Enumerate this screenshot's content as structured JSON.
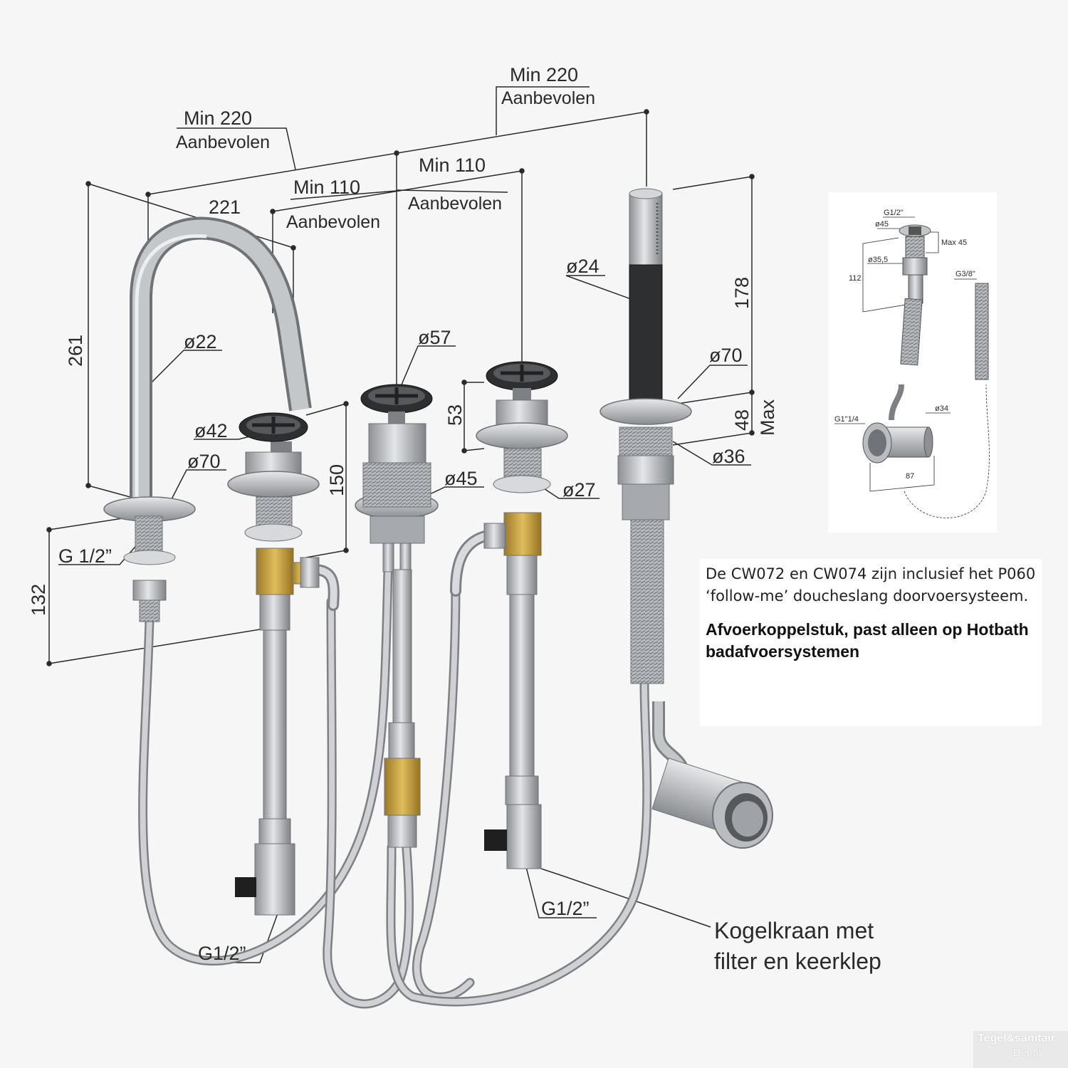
{
  "diagram": {
    "dimensions": {
      "min220_left": "Min 220",
      "aanbevolen_left": "Aanbevolen",
      "min220_right": "Min 220",
      "aanbevolen_right": "Aanbevolen",
      "min110_left": "Min 110",
      "aanbevolen_mid_left": "Aanbevolen",
      "min110_right": "Min 110",
      "aanbevolen_mid_right": "Aanbevolen",
      "d221": "221",
      "d261": "261",
      "d22": "ø22",
      "d42": "ø42",
      "d70_left": "ø70",
      "g12_spout": "G 1/2”",
      "d132": "132",
      "d150": "150",
      "d57": "ø57",
      "d45": "ø45",
      "d53": "53",
      "d27": "ø27",
      "d24": "ø24",
      "d178": "178",
      "d70_right": "ø70",
      "d48": "48",
      "max": "Max",
      "d36": "ø36",
      "g12_valve_left": "G1/2”",
      "g12_valve_right": "G1/2”",
      "kogelkraan_line1": "Kogelkraan met",
      "kogelkraan_line2": "filter en keerklep"
    },
    "detail": {
      "g12": "G1/2\"",
      "d45": "ø45",
      "max45": "Max 45",
      "d35_5": "ø35,5",
      "d112": "112",
      "g38": "G3/8\"",
      "g1_1_4": "G1\"1/4",
      "d34": "ø34",
      "d87": "87"
    }
  },
  "note": {
    "text": "De CW072 en CW074 zijn inclusief het P060 ‘follow-me’ doucheslang doorvoersysteem.",
    "bold": "Afvoerkoppelstuk, past alleen op Hotbath badafvoersystemen"
  },
  "logo": {
    "line1": "Tegel&sanitair",
    "line2": "Depot"
  },
  "colors": {
    "metal": "#b9bcc0",
    "metal_dark": "#7d8084",
    "brass": "#c9a03c",
    "dark": "#2e2f31",
    "line": "#2a2a2a"
  }
}
